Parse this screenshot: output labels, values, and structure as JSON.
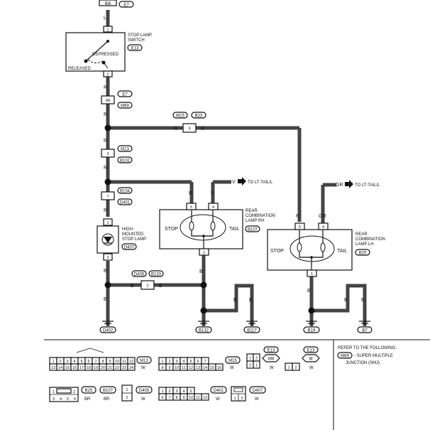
{
  "top": {
    "fuse_label": "8A",
    "fuse_conn": "E7",
    "wire_top": "L"
  },
  "stop_lamp_switch": {
    "title_line1": "STOP LAMP",
    "title_line2": "SWITCH",
    "conn": "E13",
    "pin_in": "1",
    "pin_out": "2",
    "depressed": "DEPRESSED",
    "released": "RELEASED"
  },
  "left_trunk": {
    "wire_r": "R",
    "jc_9a": "9A",
    "jc_9a_conn1": "E7",
    "jc_9a_conn2": "M69",
    "jc_3": "3",
    "jc_3_conn1": "M13",
    "jc_3_conn2": "B102",
    "jc_7": "7",
    "jc_7_conn1": "B134",
    "jc_7_conn2": "D401"
  },
  "mid_jc": {
    "pin": "9",
    "conn1": "M15",
    "conn2": "B23",
    "wire_left": "R",
    "wire_right": "R"
  },
  "hm_stop": {
    "title_line1": "HIGH-",
    "title_line2": "MOUNTED",
    "title_line3": "STOP LAMP",
    "conn": "D407",
    "pin_in": "1",
    "pin_out": "2",
    "wire_b": "B"
  },
  "bottom_jc": {
    "pin": "2",
    "conn1": "D405",
    "conn2": "B133",
    "wire_left": "B",
    "wire_right": "B"
  },
  "rh_lamp": {
    "title_line1": "REAR",
    "title_line2": "COMBINATION",
    "title_line3": "LAMP RH",
    "conn": "B107",
    "stop": "STOP",
    "tail": "TAIL",
    "pin_stop": "5",
    "pin_tail": "4",
    "pin_gnd": "1",
    "wire_stop": "R",
    "wire_tail": "V",
    "wire_gnd": "B",
    "to_label": "TO LT-TAIL/L"
  },
  "lh_lamp": {
    "title_line1": "REAR",
    "title_line2": "COMBINATION",
    "title_line3": "LAMP LH",
    "conn": "B25",
    "stop": "STOP",
    "tail": "TAIL",
    "pin_stop": "5",
    "pin_tail": "4",
    "pin_gnd": "1",
    "wire_stop": "R",
    "wire_tail": "GR",
    "wire_gnd": "B",
    "to_label": "TO LT-TAIL/L"
  },
  "grounds": {
    "g1": "D402",
    "g2": "B132",
    "g3": "B117",
    "g4": "B19",
    "g5": "B7",
    "wire_b": "B"
  },
  "note": {
    "line1": "REFER TO THE FOLLOWING.",
    "conn": "M69",
    "line2": "- SUPER MULTIPLE",
    "line3": "JUNCTION (SMJ)"
  },
  "connectors": {
    "m13": {
      "id": "M13",
      "color": "W",
      "row1": [
        "1",
        "2",
        "3",
        "4",
        "5",
        "6",
        "7",
        "8",
        "9",
        "10",
        "11",
        "12"
      ],
      "row2": [
        "13",
        "14",
        "15",
        "16",
        "17",
        "18",
        "19",
        "20",
        "21",
        "22",
        "23",
        "24"
      ]
    },
    "m15": {
      "id": "M15",
      "color": "W",
      "row1": [
        "1",
        "2",
        "3",
        "4",
        "5",
        "6",
        "7"
      ],
      "row2": [
        "8",
        "9",
        "10",
        "11",
        "12",
        "13",
        "14",
        "15",
        "16"
      ]
    },
    "m8": {
      "id": "M8",
      "conn_top": "E13",
      "color": "W",
      "row1": [
        "1",
        "2"
      ],
      "row2": [
        "2",
        "1"
      ]
    },
    "m": {
      "id": "M",
      "conn_top": "E13",
      "color": "W",
      "pins": [
        "1",
        "2"
      ]
    },
    "b25": {
      "id": "B25",
      "color": "BR",
      "row1": [
        "1",
        "2"
      ],
      "row2": [
        "3",
        "4",
        "5",
        "6"
      ]
    },
    "b107": {
      "id": "B107",
      "color": "BR"
    },
    "d405": {
      "id": "D405",
      "color": "W",
      "pins": [
        "1",
        "2"
      ]
    },
    "d401": {
      "id": "D401",
      "color": "W",
      "row1": [
        "1",
        "2",
        "3",
        "4",
        "5"
      ],
      "row2": [
        "6",
        "7",
        "8",
        "9",
        "10",
        "11",
        "12"
      ]
    },
    "d407": {
      "id": "D407",
      "color": "W",
      "pins": [
        "1",
        "2"
      ]
    }
  }
}
